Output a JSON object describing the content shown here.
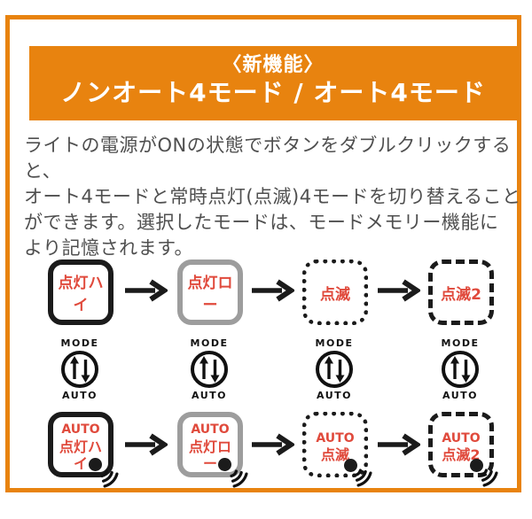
{
  "header": {
    "subtitle": "〈新機能〉",
    "title": "ノンオート4モード / オート4モード"
  },
  "description": {
    "lines": [
      "ライトの電源がONの状態でボタンをダブルクリックすると、",
      "オート4モードと常時点灯(点滅)4モードを切り替えること",
      "ができます。選択したモードは、モードメモリー機能に",
      "より記憶されます。"
    ]
  },
  "diagram": {
    "mode_toggle": {
      "top_label": "MODE",
      "bottom_label": "AUTO"
    },
    "non_auto_modes": [
      {
        "label": "点灯ハイ",
        "border": "solid-black"
      },
      {
        "label": "点灯ロー",
        "border": "solid-gray"
      },
      {
        "label": "点滅",
        "border": "dotted-black"
      },
      {
        "label": "点滅2",
        "border": "dashed-black"
      }
    ],
    "auto_modes": [
      {
        "label_line1": "AUTO",
        "label_line2": "点灯ハイ",
        "border": "solid-black"
      },
      {
        "label_line1": "AUTO",
        "label_line2": "点灯ロー",
        "border": "solid-gray"
      },
      {
        "label_line1": "AUTO",
        "label_line2": "点滅",
        "border": "dotted-black"
      },
      {
        "label_line1": "AUTO",
        "label_line2": "点滅2",
        "border": "dashed-black"
      }
    ]
  },
  "colors": {
    "accent_orange": "#e8830f",
    "label_red": "#e04a3c",
    "border_black": "#1b1b1b",
    "border_gray": "#9d9d9d",
    "text_gray": "#4f4f4f"
  }
}
